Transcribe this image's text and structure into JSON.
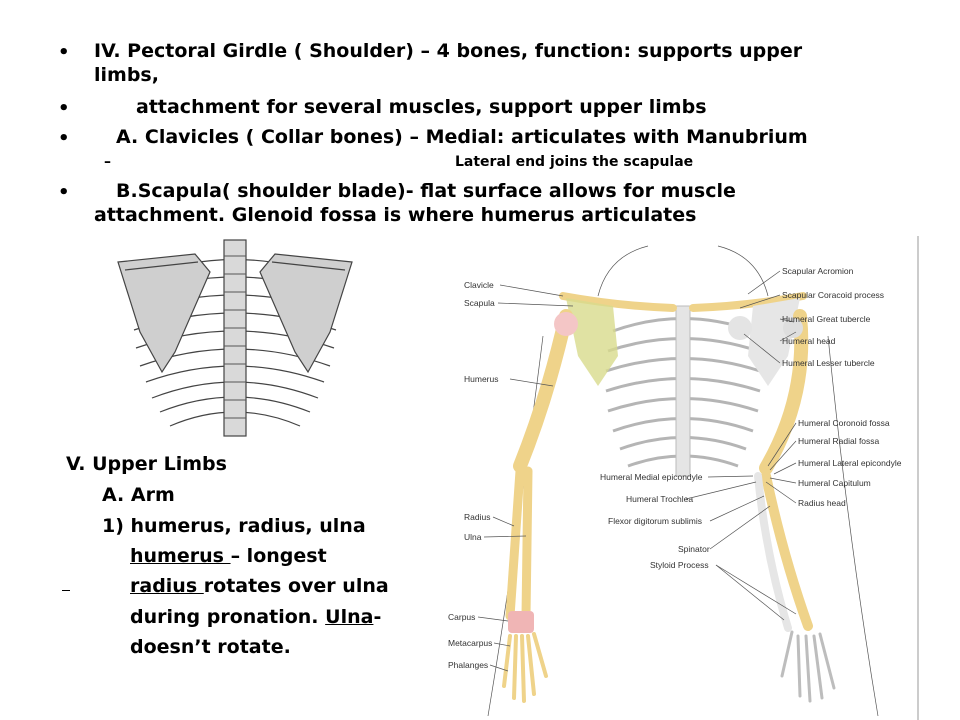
{
  "bullets": {
    "marker": "•",
    "b1_line1": "IV. Pectoral Girdle ( Shoulder) – 4 bones, function: supports upper",
    "b1_line2": "limbs,",
    "b2": "attachment for several muscles, support upper limbs",
    "b3": "A. Clavicles ( Collar bones) – Medial: articulates with Manubrium",
    "b3_sub_dash": "–",
    "b3_sub": "Lateral end joins the scapulae",
    "b4_line1": "B.Scapula( shoulder blade)- flat surface allows for muscle",
    "b4_line2": "attachment. Glenoid fossa is where humerus articulates"
  },
  "upper_limbs": {
    "heading": "V. Upper Limbs",
    "sub": "A. Arm",
    "item1": "1) humerus, radius, ulna",
    "humerus_word": "humerus ",
    "humerus_rest": "– longest",
    "radius_word": "radius ",
    "radius_rest": "rotates over ulna",
    "pronation_pre": "during pronation. ",
    "ulna_word": "Ulna",
    "pronation_post": "-",
    "last": "doesn’t rotate."
  },
  "figure_labels": {
    "left": [
      "Clavicle",
      "Scapula",
      "Humerus",
      "Radius",
      "Ulna",
      "Carpus",
      "Metacarpus",
      "Phalanges"
    ],
    "center": [
      "Humeral Medial epicondyle",
      "Humeral Trochlea",
      "Flexor digitorum sublimis",
      "Spinator",
      "Styloid Process"
    ],
    "right": [
      "Scapular Acromion",
      "Scapular Coracoid process",
      "Humeral Great tubercle",
      "Humeral head",
      "Humeral Lesser tubercle",
      "Humeral Coronoid fossa",
      "Humeral Radial fossa",
      "Humeral Lateral epicondyle",
      "Humeral Capitulum",
      "Radius head"
    ]
  },
  "colors": {
    "bone_highlight": "#efd38a",
    "bone_outline": "#b9b9b9",
    "scapula_highlight": "#d8db8c"
  }
}
